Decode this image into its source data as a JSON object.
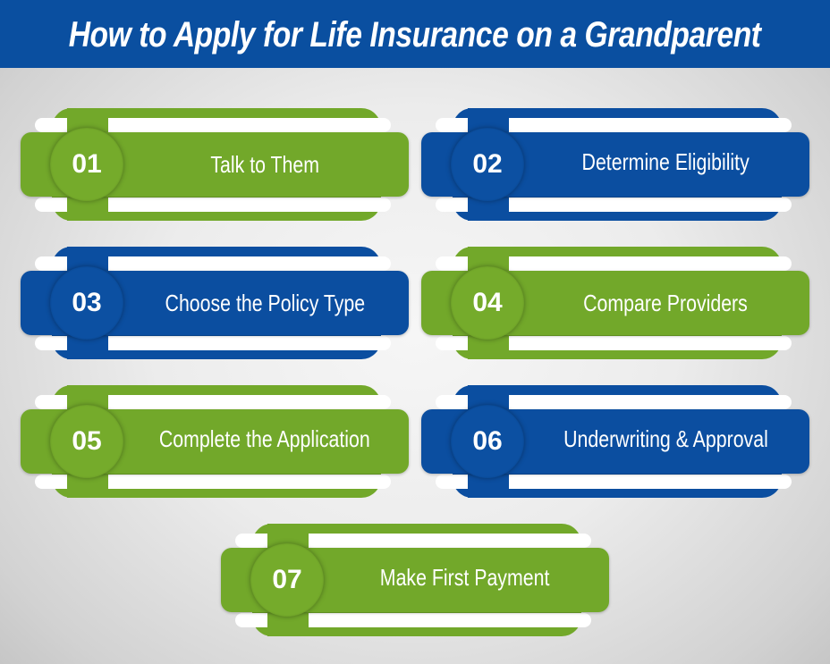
{
  "header": {
    "title": "How to Apply for Life Insurance on a Grandparent"
  },
  "colors": {
    "header_blue": "#0a4fa0",
    "green": "#72a82a",
    "blue": "#0b4ea0",
    "stripe_white": "#ffffff",
    "background_gray": "#ececec"
  },
  "steps": [
    {
      "number": "01",
      "label": "Talk to Them",
      "color": "green"
    },
    {
      "number": "02",
      "label": "Determine Eligibility",
      "color": "blue"
    },
    {
      "number": "03",
      "label": "Choose the Policy Type",
      "color": "blue"
    },
    {
      "number": "04",
      "label": "Compare Providers",
      "color": "green"
    },
    {
      "number": "05",
      "label": "Complete the Application",
      "color": "green"
    },
    {
      "number": "06",
      "label": "Underwriting & Approval",
      "color": "blue"
    },
    {
      "number": "07",
      "label": "Make First Payment",
      "color": "green"
    }
  ]
}
